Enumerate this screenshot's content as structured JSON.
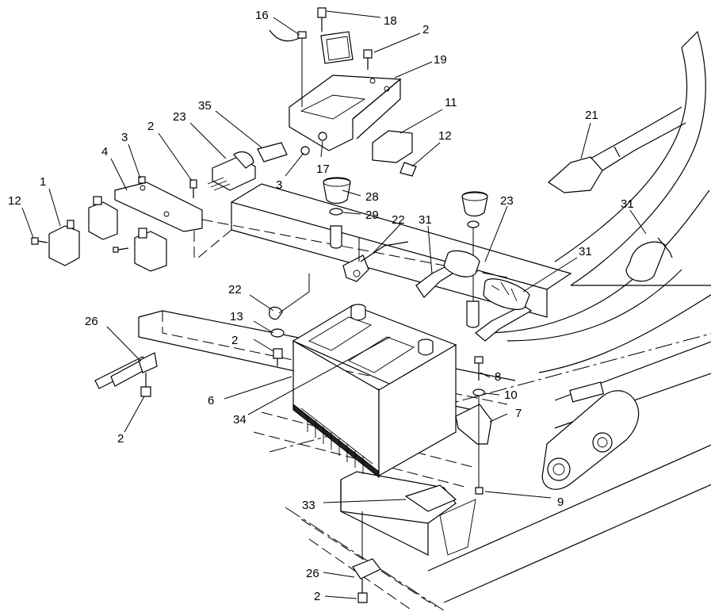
{
  "callouts": [
    {
      "id": "c16a",
      "text": "16"
    },
    {
      "id": "c18",
      "text": "18"
    },
    {
      "id": "c2a",
      "text": "2"
    },
    {
      "id": "c19",
      "text": "19"
    },
    {
      "id": "c11",
      "text": "11"
    },
    {
      "id": "c12a",
      "text": "12"
    },
    {
      "id": "c21",
      "text": "21"
    },
    {
      "id": "c35",
      "text": "35"
    },
    {
      "id": "c23a",
      "text": "23"
    },
    {
      "id": "c2b",
      "text": "2"
    },
    {
      "id": "c3a",
      "text": "3"
    },
    {
      "id": "c4",
      "text": "4"
    },
    {
      "id": "c1",
      "text": "1"
    },
    {
      "id": "c12b",
      "text": "12"
    },
    {
      "id": "c3b",
      "text": "3"
    },
    {
      "id": "c17",
      "text": "17"
    },
    {
      "id": "c28",
      "text": "28"
    },
    {
      "id": "c29",
      "text": "29"
    },
    {
      "id": "c22a",
      "text": "22"
    },
    {
      "id": "c31a",
      "text": "31"
    },
    {
      "id": "c23b",
      "text": "23"
    },
    {
      "id": "c31b",
      "text": "31"
    },
    {
      "id": "c31c",
      "text": "31"
    },
    {
      "id": "c22b",
      "text": "22"
    },
    {
      "id": "c13",
      "text": "13"
    },
    {
      "id": "c2c",
      "text": "2"
    },
    {
      "id": "c26a",
      "text": "26"
    },
    {
      "id": "c6",
      "text": "6"
    },
    {
      "id": "c34",
      "text": "34"
    },
    {
      "id": "c8",
      "text": "8"
    },
    {
      "id": "c10",
      "text": "10"
    },
    {
      "id": "c7",
      "text": "7"
    },
    {
      "id": "c2d",
      "text": "2"
    },
    {
      "id": "c9",
      "text": "9"
    },
    {
      "id": "c33",
      "text": "33"
    },
    {
      "id": "c26b",
      "text": "26"
    },
    {
      "id": "c2e",
      "text": "2"
    }
  ]
}
